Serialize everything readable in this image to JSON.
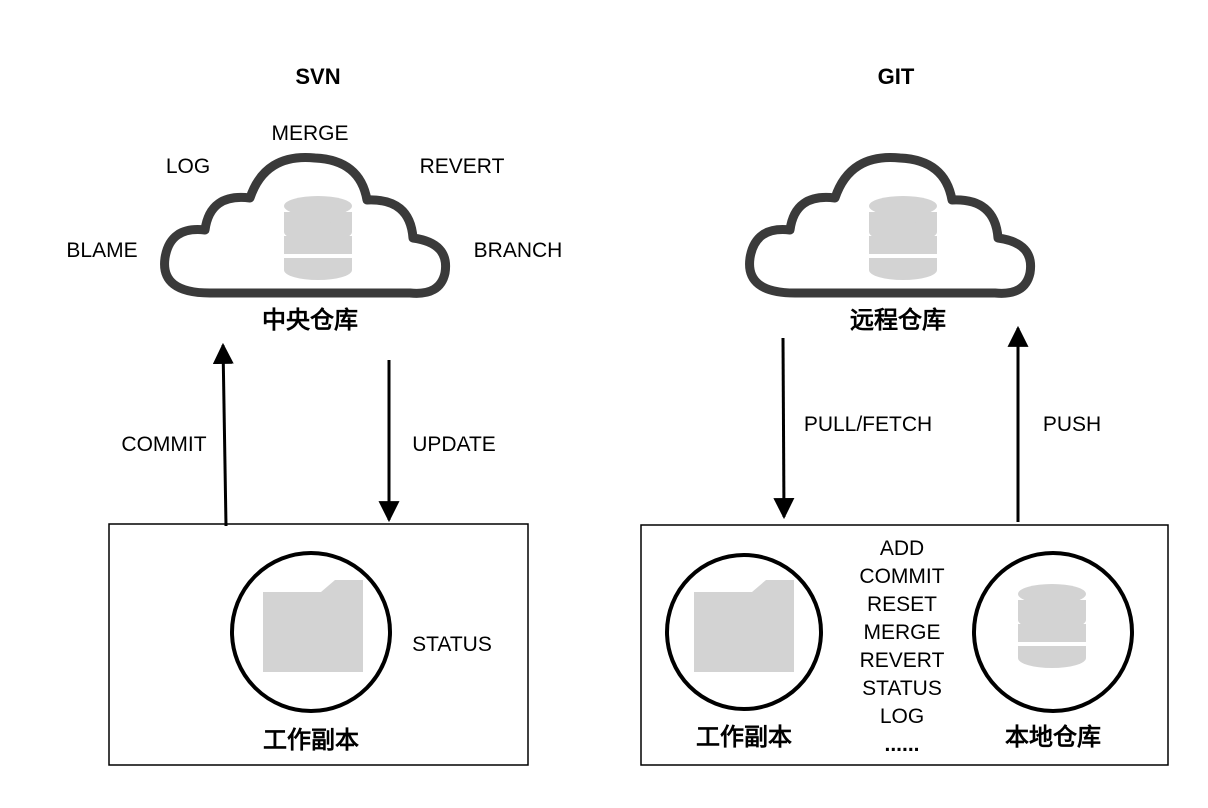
{
  "svn": {
    "title": "SVN",
    "repo_label": "中央仓库",
    "ops": {
      "merge": "MERGE",
      "log": "LOG",
      "revert": "REVERT",
      "blame": "BLAME",
      "branch": "BRANCH"
    },
    "commit_label": "COMMIT",
    "update_label": "UPDATE",
    "working_copy_label": "工作副本",
    "status_label": "STATUS"
  },
  "git": {
    "title": "GIT",
    "remote_label": "远程仓库",
    "pull_label": "PULL/FETCH",
    "push_label": "PUSH",
    "working_copy_label": "工作副本",
    "local_repo_label": "本地仓库",
    "commands": [
      "ADD",
      "COMMIT",
      "RESET",
      "MERGE",
      "REVERT",
      "STATUS",
      "LOG",
      "......"
    ]
  },
  "colors": {
    "stroke": "#000000",
    "cloud_stroke": "#3a3a3a",
    "icon_fill": "#d3d3d3"
  }
}
